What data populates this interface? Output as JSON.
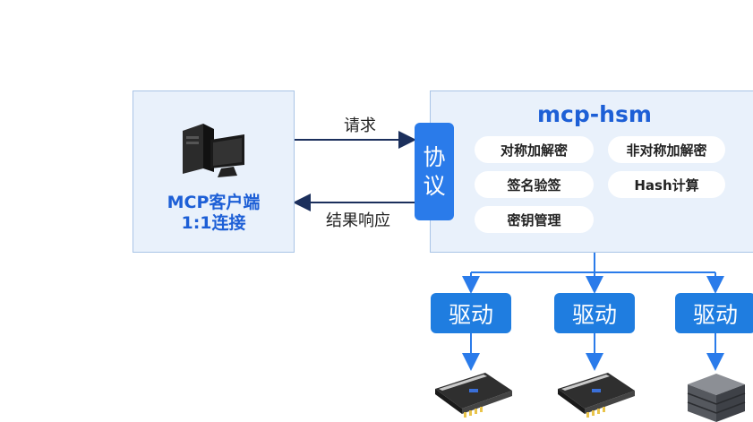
{
  "client": {
    "title_line1": "MCP客户端",
    "title_line2": "1:1连接",
    "icon": "desktop-computer-icon"
  },
  "arrows": {
    "request_label": "请求",
    "response_label": "结果响应"
  },
  "protocol": {
    "char1": "协",
    "char2": "议"
  },
  "hsm": {
    "title": "mcp-hsm",
    "functions": [
      "对称加解密",
      "非对称加解密",
      "签名验签",
      "Hash计算",
      "密钥管理"
    ]
  },
  "drivers": [
    {
      "label": "驱动",
      "device_icon": "pcie-card-icon"
    },
    {
      "label": "驱动",
      "device_icon": "pcie-card-icon"
    },
    {
      "label": "驱动",
      "device_icon": "server-rack-icon"
    }
  ],
  "colors": {
    "accent": "#1d5fd6",
    "driver": "#1f7de0",
    "box_bg": "#e9f1fb",
    "connector": "#2a7bea"
  }
}
